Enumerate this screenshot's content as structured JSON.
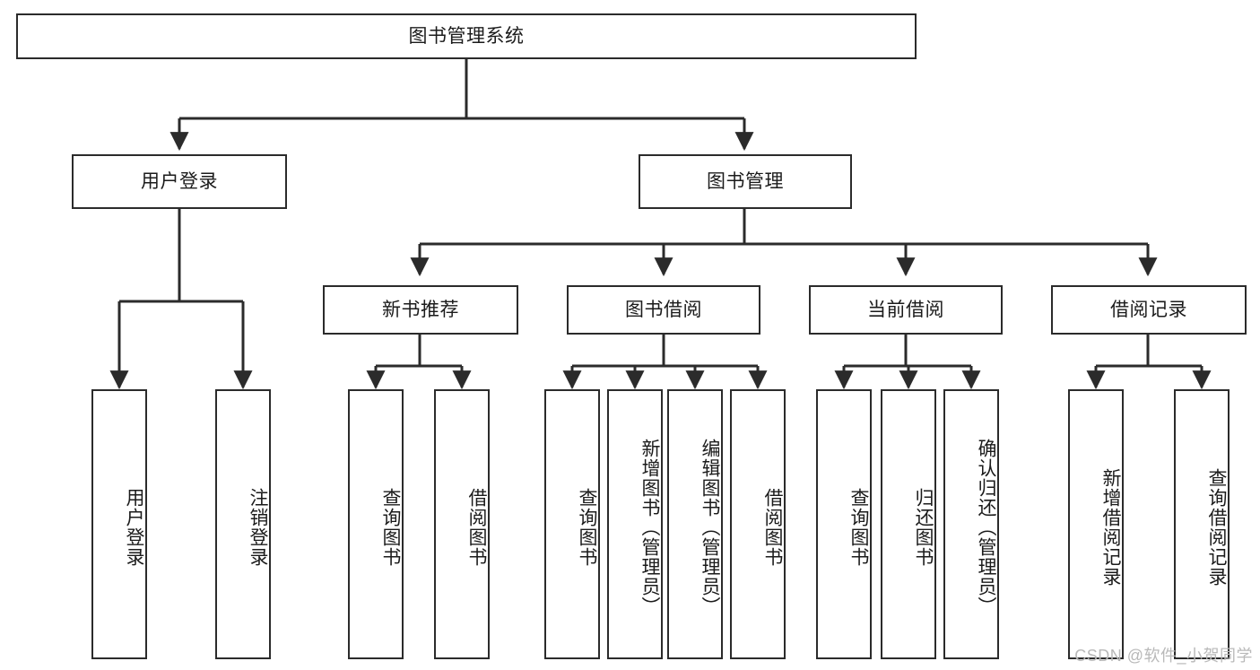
{
  "diagram": {
    "title": "图书管理系统",
    "type": "hierarchy-tree",
    "theme": {
      "background": "#ffffff",
      "box_border": "#2b2b2b",
      "box_fill": "#ffffff",
      "edge": "#2b2b2b",
      "text": "#1b1b1b",
      "watermark": "#b9b9b9"
    },
    "levels": {
      "root": {
        "label": "图书管理系统"
      },
      "level2": [
        {
          "label": "用户登录"
        },
        {
          "label": "图书管理"
        }
      ],
      "level3": [
        {
          "label": "新书推荐"
        },
        {
          "label": "图书借阅"
        },
        {
          "label": "当前借阅"
        },
        {
          "label": "借阅记录"
        }
      ],
      "leaves": {
        "user_login": [
          {
            "label": "用户登录"
          },
          {
            "label": "注销登录"
          }
        ],
        "new_book_recommend": [
          {
            "label": "查询图书"
          },
          {
            "label": "借阅图书"
          }
        ],
        "book_borrow": [
          {
            "label": "查询图书"
          },
          {
            "label": "新增图书（管理员）"
          },
          {
            "label": "编辑图书（管理员）"
          },
          {
            "label": "借阅图书"
          }
        ],
        "current_borrow": [
          {
            "label": "查询图书"
          },
          {
            "label": "归还图书"
          },
          {
            "label": "确认归还（管理员）"
          }
        ],
        "borrow_record": [
          {
            "label": "新增借阅记录"
          },
          {
            "label": "查询借阅记录"
          }
        ]
      }
    },
    "watermark": "CSDN @软件_小贺同学"
  }
}
